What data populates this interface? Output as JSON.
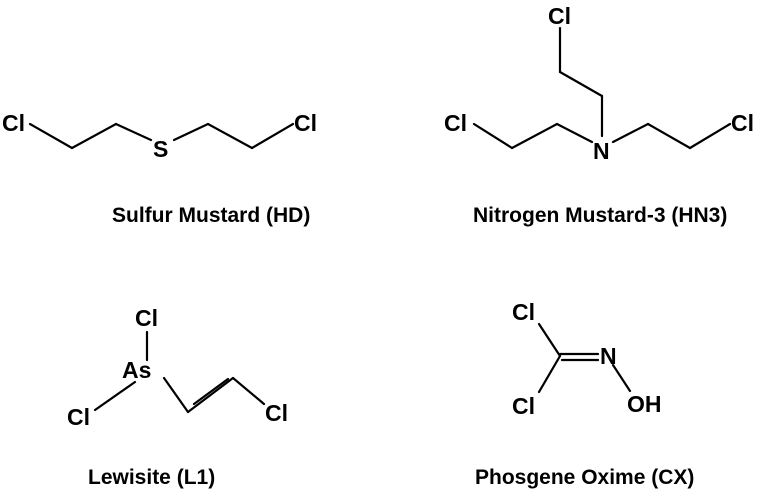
{
  "structures": {
    "hd": {
      "name": "Sulfur Mustard (HD)",
      "atoms": {
        "cl_left": "Cl",
        "s": "S",
        "cl_right": "Cl"
      }
    },
    "hn3": {
      "name": "Nitrogen Mustard-3 (HN3)",
      "atoms": {
        "cl_top": "Cl",
        "cl_left": "Cl",
        "n": "N",
        "cl_right": "Cl"
      }
    },
    "l1": {
      "name": "Lewisite (L1)",
      "atoms": {
        "cl_top": "Cl",
        "as": "As",
        "cl_left": "Cl",
        "cl_right": "Cl"
      }
    },
    "cx": {
      "name": "Phosgene Oxime (CX)",
      "atoms": {
        "cl_top": "Cl",
        "cl_bottom": "Cl",
        "n": "N",
        "oh": "OH"
      }
    }
  }
}
